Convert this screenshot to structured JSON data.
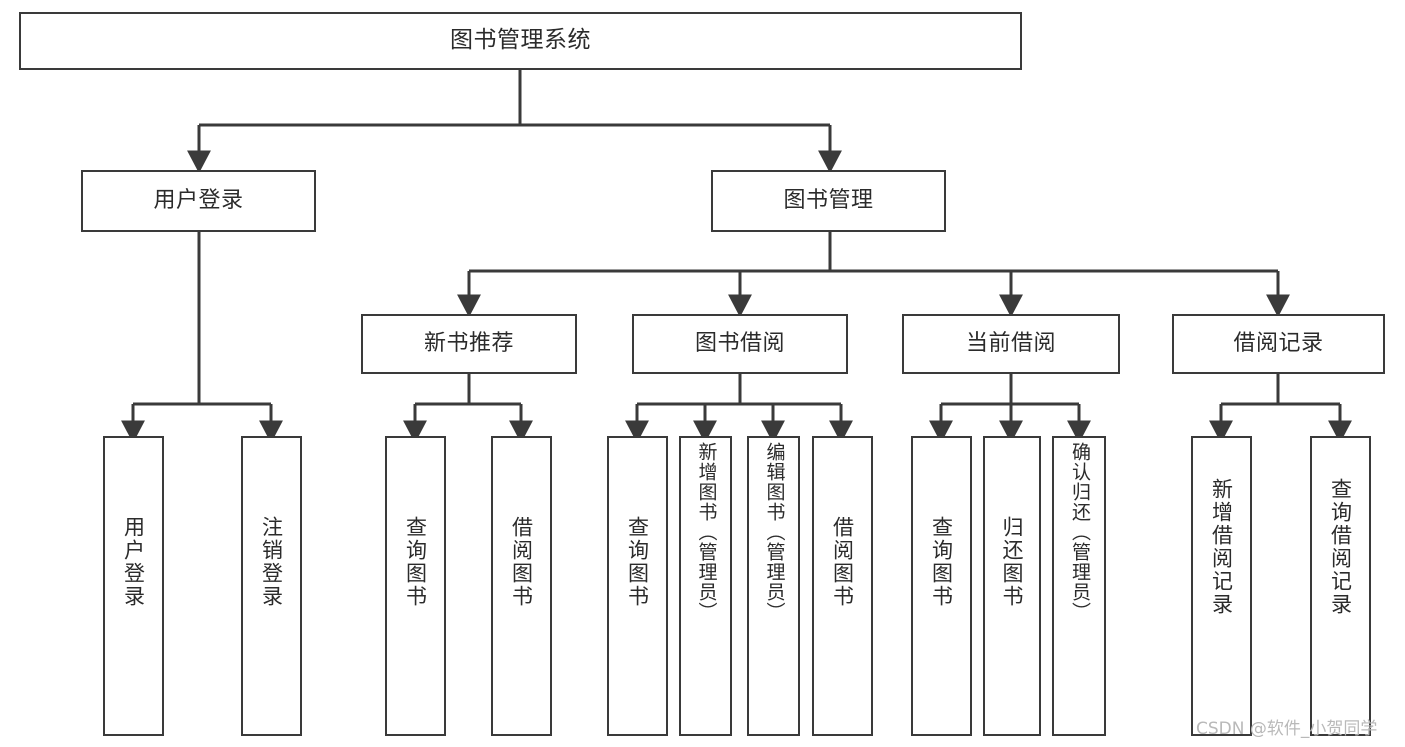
{
  "diagram": {
    "title": "图书管理系统",
    "type": "tree",
    "stroke_color": "#3a3a3a",
    "background_color": "#ffffff",
    "text_color": "#2b2b2b"
  },
  "watermark": {
    "text": "CSDN @软件_小贺同学",
    "color": "#b9b9b9"
  },
  "nodes": {
    "root": {
      "label": "图书管理系统",
      "level": 1
    },
    "level2": [
      {
        "id": "user-login",
        "label": "用户登录"
      },
      {
        "id": "book-management",
        "label": "图书管理"
      }
    ],
    "level3": [
      {
        "id": "new-book-recommend",
        "label": "新书推荐"
      },
      {
        "id": "book-borrow",
        "label": "图书借阅"
      },
      {
        "id": "current-borrow",
        "label": "当前借阅"
      },
      {
        "id": "borrow-record",
        "label": "借阅记录"
      }
    ],
    "leaves": {
      "user_login": [
        {
          "id": "leaf-user-login",
          "label": "用户登录"
        },
        {
          "id": "leaf-logout-login",
          "label": "注销登录"
        }
      ],
      "new_book_recommend": [
        {
          "id": "leaf-query-book-1",
          "label": "查询图书"
        },
        {
          "id": "leaf-borrow-book-1",
          "label": "借阅图书"
        }
      ],
      "book_borrow": [
        {
          "id": "leaf-query-book-2",
          "label": "查询图书"
        },
        {
          "id": "leaf-add-book",
          "label": "新增图书（管理员）"
        },
        {
          "id": "leaf-edit-book",
          "label": "编辑图书（管理员）"
        },
        {
          "id": "leaf-borrow-book-2",
          "label": "借阅图书"
        }
      ],
      "current_borrow": [
        {
          "id": "leaf-query-book-3",
          "label": "查询图书"
        },
        {
          "id": "leaf-return-book",
          "label": "归还图书"
        },
        {
          "id": "leaf-confirm-return",
          "label": "确认归还（管理员）"
        }
      ],
      "borrow_record": [
        {
          "id": "leaf-add-record",
          "label": "新增借阅记录"
        },
        {
          "id": "leaf-query-record",
          "label": "查询借阅记录"
        }
      ]
    }
  }
}
